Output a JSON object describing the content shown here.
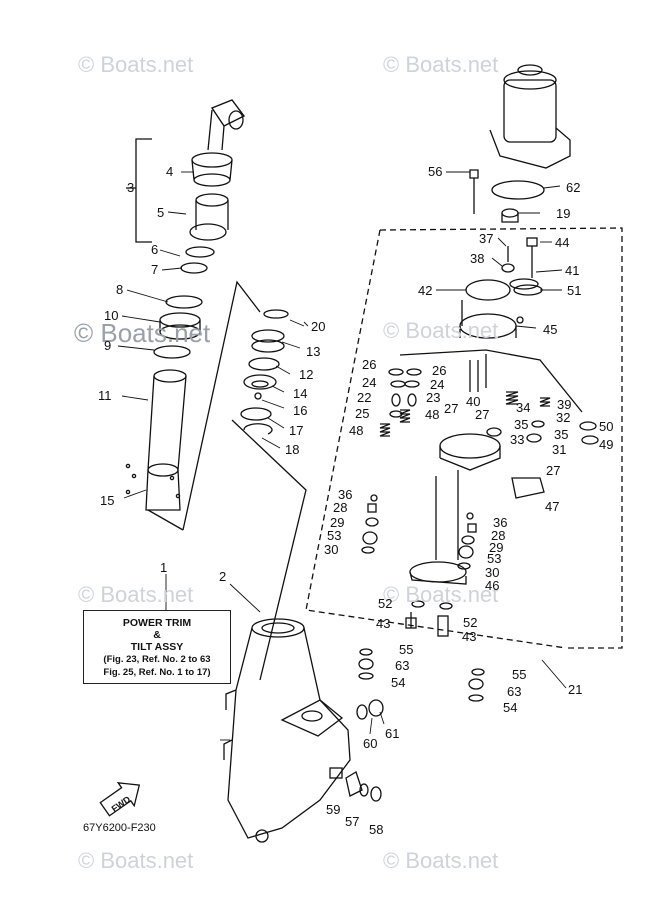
{
  "watermark": "© Boats.net",
  "note": {
    "title_line1": "POWER TRIM",
    "title_line2": "&",
    "title_line3": "TILT ASSY",
    "ref1": "(Fig. 23, Ref. No. 2 to 63",
    "ref2": "Fig. 25, Ref. No. 1 to 17)"
  },
  "drawing_code": "67Y6200-F230",
  "fwd_label": "FWD",
  "callouts": [
    "1",
    "2",
    "3",
    "4",
    "5",
    "6",
    "7",
    "8",
    "9",
    "10",
    "11",
    "12",
    "13",
    "14",
    "15",
    "16",
    "17",
    "18",
    "19",
    "20",
    "21",
    "22",
    "23",
    "24",
    "25",
    "26",
    "27",
    "28",
    "29",
    "30",
    "31",
    "32",
    "33",
    "34",
    "35",
    "36",
    "37",
    "38",
    "39",
    "40",
    "41",
    "42",
    "43",
    "44",
    "45",
    "46",
    "47",
    "48",
    "49",
    "50",
    "51",
    "52",
    "53",
    "54",
    "55",
    "56",
    "57",
    "58",
    "59",
    "60",
    "61",
    "62",
    "63"
  ]
}
